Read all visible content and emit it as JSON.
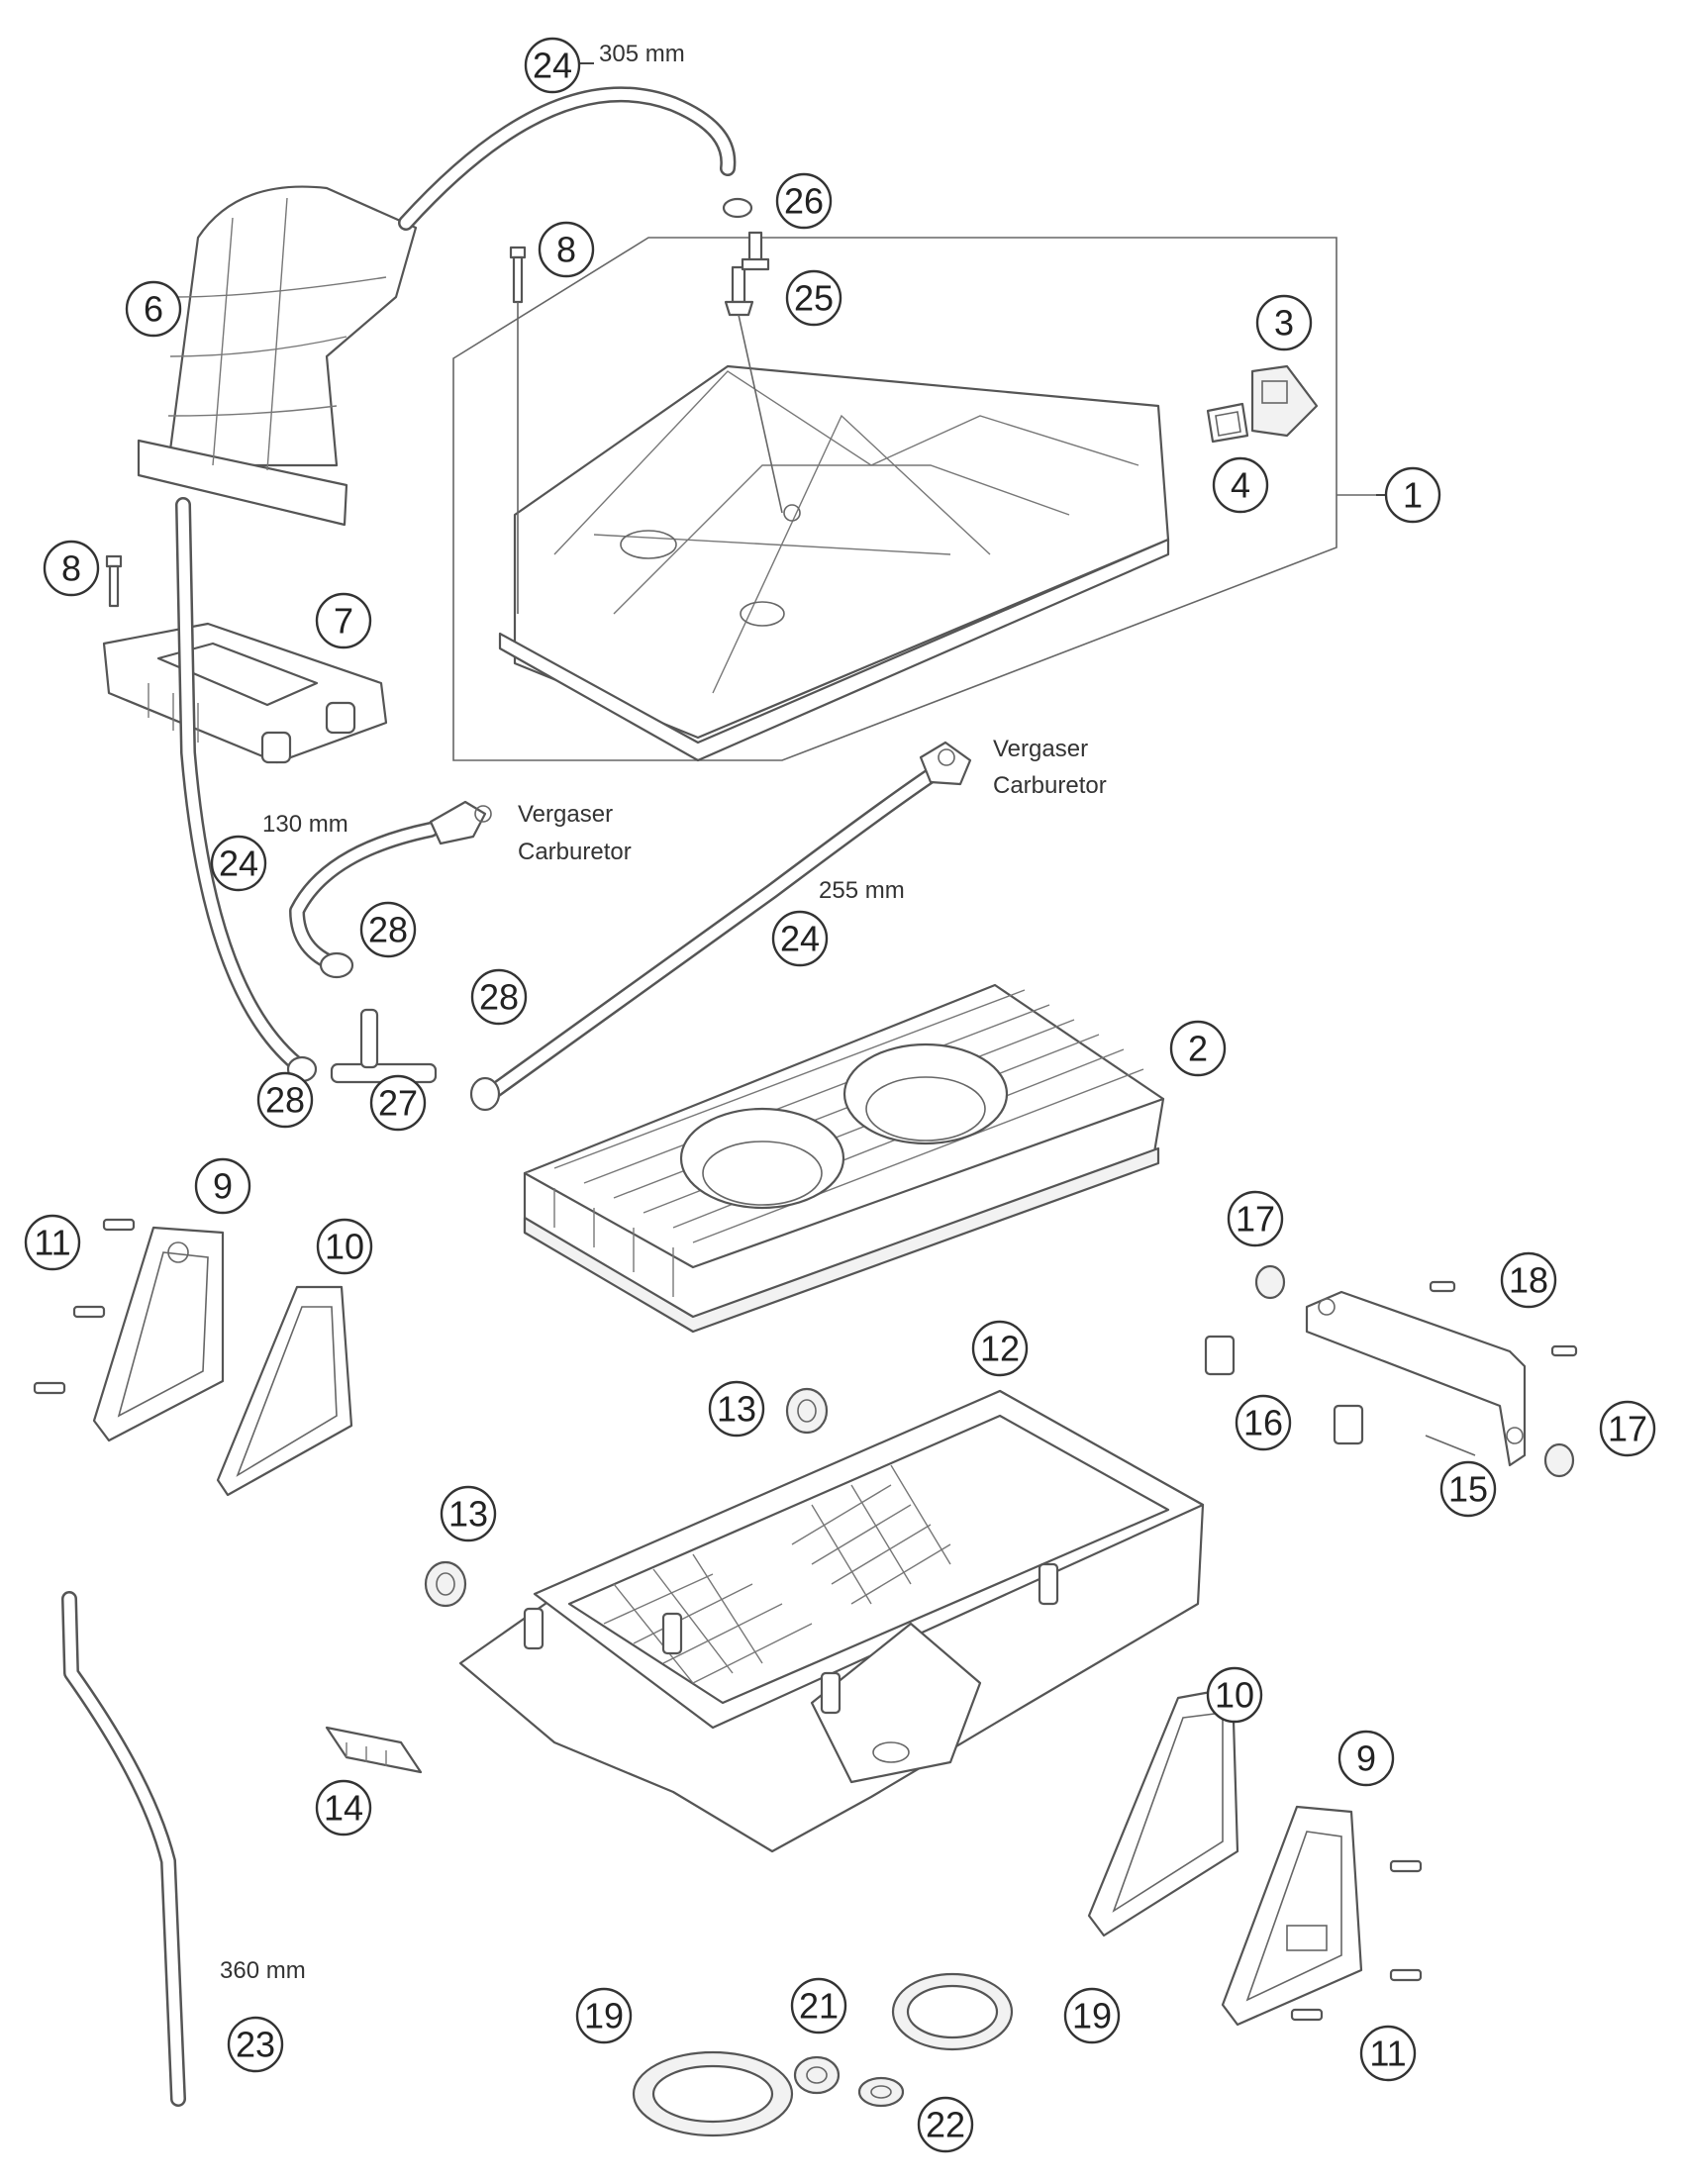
{
  "callouts": {
    "c1": "1",
    "c2": "2",
    "c3": "3",
    "c4": "4",
    "c6": "6",
    "c7": "7",
    "c8a": "8",
    "c8b": "8",
    "c9a": "9",
    "c9b": "9",
    "c10a": "10",
    "c10b": "10",
    "c11a": "11",
    "c11b": "11",
    "c12": "12",
    "c13a": "13",
    "c13b": "13",
    "c14": "14",
    "c15": "15",
    "c16": "16",
    "c17a": "17",
    "c17b": "17",
    "c18": "18",
    "c19a": "19",
    "c19b": "19",
    "c21": "21",
    "c22": "22",
    "c23": "23",
    "c24a": "24",
    "c24b": "24",
    "c24c": "24",
    "c25": "25",
    "c26": "26",
    "c27": "27",
    "c28a": "28",
    "c28b": "28",
    "c28c": "28"
  },
  "notes": {
    "hose_305": "305 mm",
    "hose_130": "130 mm",
    "hose_255": "255 mm",
    "hose_360": "360 mm",
    "vergaser_1": "Vergaser",
    "carburetor_1": "Carburetor",
    "vergaser_2": "Vergaser",
    "carburetor_2": "Carburetor"
  },
  "colors": {
    "line": "#555555",
    "background": "#ffffff"
  }
}
